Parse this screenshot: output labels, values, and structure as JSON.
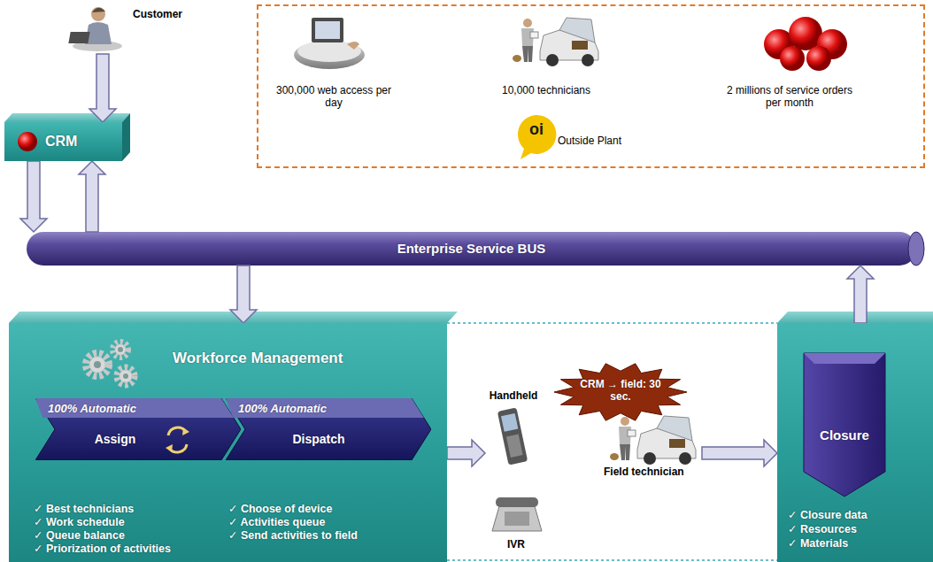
{
  "diagram": {
    "nodes": [
      {
        "text": [
          "Customer"
        ]
      },
      {
        "text": [
          "CRM"
        ]
      },
      {
        "text": [
          "300,000 web access per day",
          "10,000 technicians",
          "2 millions of service orders per month",
          "Outside Plant"
        ]
      },
      {
        "text": [
          "Enterprise Service BUS"
        ]
      },
      {
        "text": [
          "Workforce Management",
          "✓ Best technicians",
          "✓ Work schedule",
          "✓ Queue balance",
          "✓ Priorization of activities",
          "✓ Choose of device",
          "✓ Activities queue",
          "✓ Send activities to field"
        ]
      },
      {
        "text": [
          "100% Automatic",
          "Assign"
        ],
        "in": 4
      },
      {
        "text": [
          "100% Automatic",
          "Dispatch"
        ],
        "in": 4
      },
      {
        "text": [
          "CRM → field: 30 sec."
        ]
      },
      {
        "text": [
          "Handheld"
        ]
      },
      {
        "text": [
          "IVR"
        ]
      },
      {
        "text": [
          "Field technician"
        ]
      },
      {
        "text": [
          "Closure",
          "✓ Closure data",
          "✓ Resources",
          "✓ Materials"
        ]
      }
    ],
    "edges": [
      {
        "from": 0,
        "to": 1,
        "arrow": "to"
      },
      {
        "from": 1,
        "to": 3,
        "arrow": "to"
      },
      {
        "from": 3,
        "to": 1,
        "arrow": "to"
      },
      {
        "from": 3,
        "to": 4,
        "arrow": "to"
      },
      {
        "from": 4,
        "to": 8,
        "arrow": "to"
      },
      {
        "from": 10,
        "to": 11,
        "arrow": "to"
      },
      {
        "from": 11,
        "to": 3,
        "arrow": "to"
      }
    ],
    "labels": [
      "oi"
    ]
  }
}
